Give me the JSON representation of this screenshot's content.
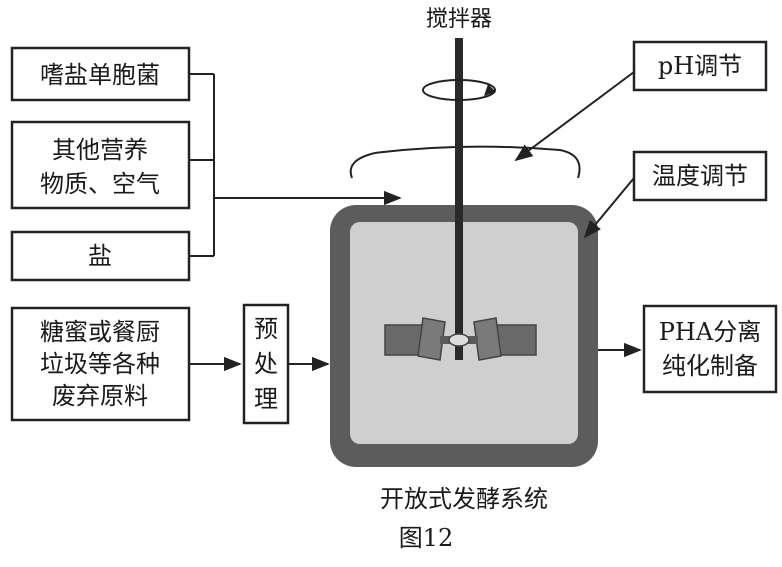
{
  "stirrer_label": "搅拌器",
  "inputs": {
    "bacteria": "嗜盐单胞菌",
    "nutrients_line1": "其他营养",
    "nutrients_line2": "物质、空气",
    "salt": "盐",
    "raw_line1": "糖蜜或餐厨",
    "raw_line2": "垃圾等各种",
    "raw_line3": "废弃原料"
  },
  "pretreatment": [
    "预",
    "处",
    "理"
  ],
  "controls": {
    "ph": "pH调节",
    "temperature": "温度调节"
  },
  "output": {
    "line1": "PHA分离",
    "line2": "纯化制备"
  },
  "system_label": "开放式发酵系统",
  "figure_label": "图12",
  "colors": {
    "tank_wall": "#5c5c5c",
    "liquid": "#cfcfcf",
    "impeller": "#6a6a6a",
    "line": "#222222"
  }
}
